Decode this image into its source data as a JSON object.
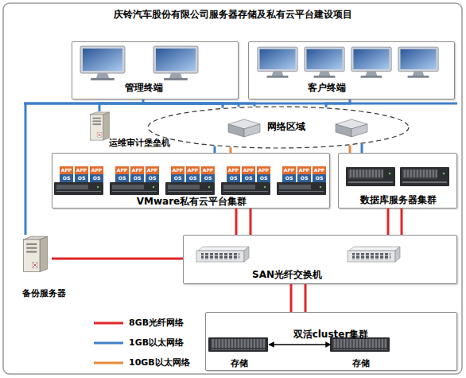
{
  "diagram": {
    "title": "庆铃汽车股份有限公司服务器存储及私有云平台建设项目",
    "nodes": [
      {
        "text": [
          "管理终端"
        ]
      },
      {
        "text": [
          "客户终端"
        ]
      },
      {
        "text": [
          "运维审计堡垒机"
        ]
      },
      {
        "text": [
          "网络区域"
        ]
      },
      {
        "text": [
          "VMware私有云平台集群"
        ]
      },
      {
        "text": [
          "APP",
          "OS"
        ],
        "in": 4
      },
      {
        "text": [
          "APP",
          "OS"
        ],
        "in": 4
      },
      {
        "text": [
          "APP",
          "OS"
        ],
        "in": 4
      },
      {
        "text": [
          "APP",
          "OS"
        ],
        "in": 4
      },
      {
        "text": [
          "APP",
          "OS"
        ],
        "in": 4
      },
      {
        "text": [
          "APP",
          "OS"
        ],
        "in": 4
      },
      {
        "text": [
          "APP",
          "OS"
        ],
        "in": 4
      },
      {
        "text": [
          "APP",
          "OS"
        ],
        "in": 4
      },
      {
        "text": [
          "APP",
          "OS"
        ],
        "in": 4
      },
      {
        "text": [
          "APP",
          "OS"
        ],
        "in": 4
      },
      {
        "text": [
          "APP",
          "OS"
        ],
        "in": 4
      },
      {
        "text": [
          "APP",
          "OS"
        ],
        "in": 4
      },
      {
        "text": [
          "APP",
          "OS"
        ],
        "in": 4
      },
      {
        "text": [
          "APP",
          "OS"
        ],
        "in": 4
      },
      {
        "text": [
          "APP",
          "OS"
        ],
        "in": 4
      },
      {
        "text": [
          "数据库服务器集群"
        ]
      },
      {
        "text": [
          "备份服务器"
        ]
      },
      {
        "text": [
          "SAN光纤交换机"
        ]
      },
      {
        "text": [
          "双活cluster集群"
        ]
      },
      {
        "text": [
          "存储"
        ],
        "in": 23
      },
      {
        "text": [
          "存储"
        ],
        "in": 23
      }
    ],
    "edges": [
      {
        "from": 0,
        "to": 3,
        "arrow": "none"
      },
      {
        "from": 1,
        "to": 3,
        "arrow": "none"
      },
      {
        "from": 2,
        "to": 3,
        "arrow": "none"
      },
      {
        "from": 3,
        "to": 4,
        "arrow": "none"
      },
      {
        "from": 3,
        "to": 4,
        "arrow": "none"
      },
      {
        "from": 3,
        "to": 20,
        "arrow": "none"
      },
      {
        "from": 3,
        "to": 20,
        "arrow": "none"
      },
      {
        "from": 21,
        "to": 3,
        "arrow": "none"
      },
      {
        "from": 4,
        "to": 22,
        "arrow": "none"
      },
      {
        "from": 4,
        "to": 22,
        "arrow": "none"
      },
      {
        "from": 20,
        "to": 22,
        "arrow": "none"
      },
      {
        "from": 20,
        "to": 22,
        "arrow": "none"
      },
      {
        "from": 21,
        "to": 22,
        "arrow": "none"
      },
      {
        "from": 22,
        "to": 23,
        "arrow": "none"
      },
      {
        "from": 22,
        "to": 23,
        "arrow": "none"
      },
      {
        "from": 24,
        "to": 25,
        "arrow": "both"
      }
    ],
    "legend": [
      {
        "text": "8GB光纤网络"
      },
      {
        "text": "1GB以太网络"
      },
      {
        "text": "10GB以太网络"
      }
    ]
  }
}
